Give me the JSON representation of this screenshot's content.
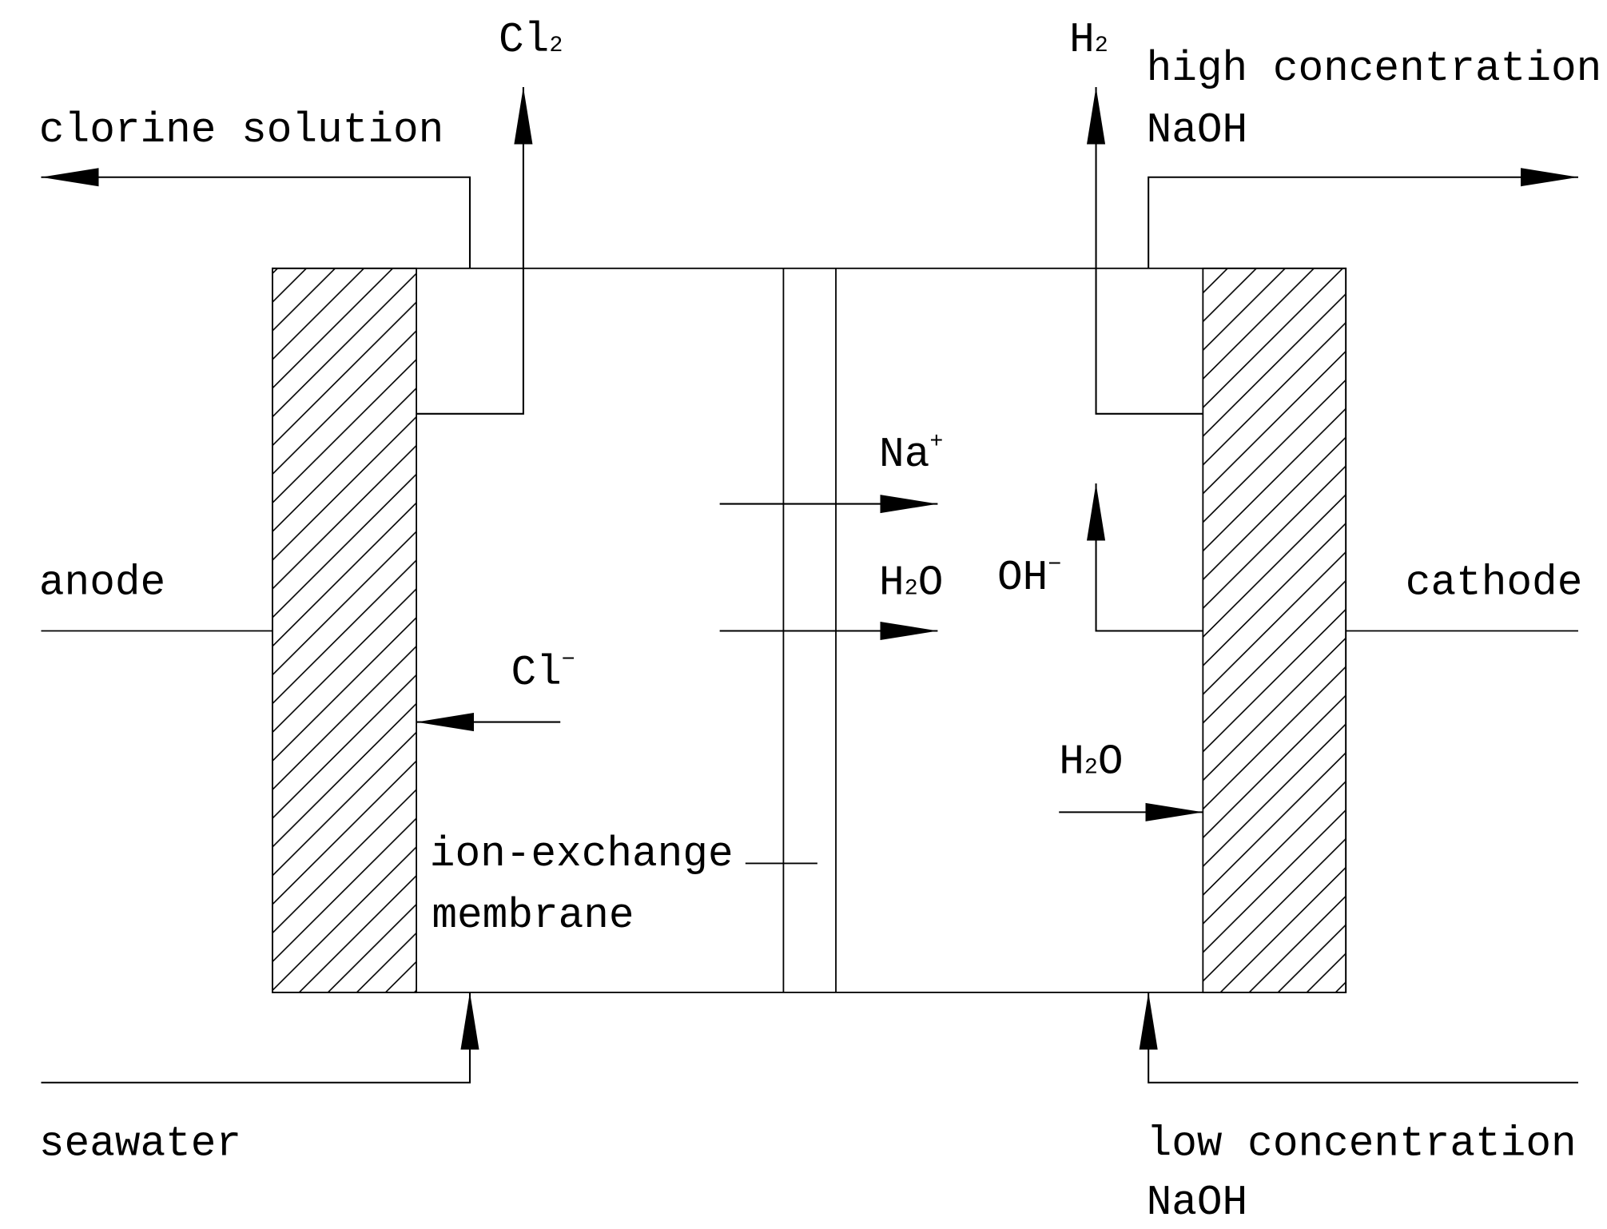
{
  "title": "Seawater electrolysis cell with ion-exchange membrane",
  "labels": {
    "cl2": {
      "base": "Cl",
      "sub": "2"
    },
    "chlorine_solution": "clorine solution",
    "h2": {
      "base": "H",
      "sub": "2"
    },
    "high_naoh_line1": "high concentration",
    "high_naoh_line2": "NaOH",
    "na_ion": {
      "base": "Na",
      "sup": "+"
    },
    "h2o_membrane": {
      "base": "H",
      "sub": "2",
      "tail": "O"
    },
    "oh_ion": {
      "base": "OH",
      "sup": "−"
    },
    "anode": "anode",
    "cathode": "cathode",
    "cl_ion": {
      "base": "Cl",
      "sup": "−"
    },
    "h2o_cathode": {
      "base": "H",
      "sub": "2",
      "tail": "O"
    },
    "membrane_line1": "ion-exchange",
    "membrane_line2": "membrane",
    "seawater": "seawater",
    "low_naoh_line1": "low concentration",
    "low_naoh_line2": "NaOH"
  }
}
